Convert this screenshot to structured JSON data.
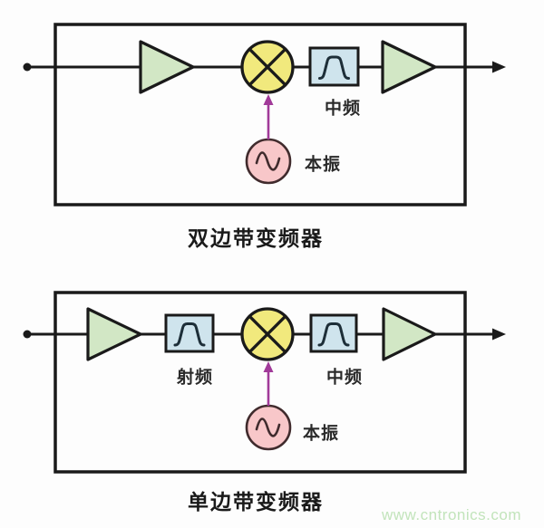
{
  "figure": {
    "diagrams": [
      {
        "title": "双边带变频器",
        "labels": {
          "if_filter": "中频",
          "local_oscillator": "本振"
        }
      },
      {
        "title": "单边带变频器",
        "labels": {
          "rf_filter": "射频",
          "if_filter": "中频",
          "local_oscillator": "本振"
        }
      }
    ],
    "watermark": "www.cntronics.com",
    "colors": {
      "line": "#1a1a1a",
      "amplifier_fill": "#d2e7c5",
      "mixer_fill": "#f1e97d",
      "filter_fill": "#cfe4ed",
      "filter_curve": "#1d2e38",
      "oscillator_fill": "#f8c7c9",
      "oscillator_stroke": "#402b2d",
      "lo_arrow": "#a13a99",
      "label_text": "#2a2a2a",
      "title_text": "#1a1a1a",
      "watermark": "#c2e4bb"
    }
  }
}
